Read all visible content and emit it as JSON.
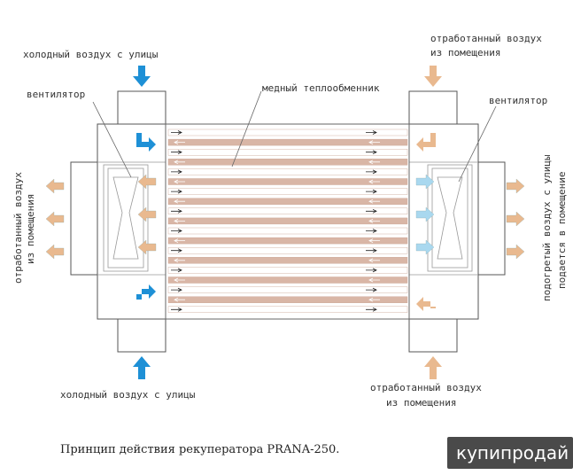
{
  "labels": {
    "cold_air_top": "холодный воздух с улицы",
    "exhaust_top_line1": "отработанный воздух",
    "exhaust_top_line2": "из помещения",
    "fan_left": "вентилятор",
    "heat_exchanger": "медный теплообменник",
    "fan_right": "вентилятор",
    "left_side_line1": "отработанный воздух",
    "left_side_line2": "из помещения",
    "right_side_line1": "подогретый воздух с улицы",
    "right_side_line2": "подается в помещение",
    "cold_air_bottom": "холодный воздух с улицы",
    "exhaust_bottom_line1": "отработанный воздух",
    "exhaust_bottom_line2": "из помещения"
  },
  "caption": "Принцип действия рекуператора PRANA-250.",
  "watermark": "купипродай",
  "colors": {
    "cold_air": "#1e90d6",
    "cold_air_light": "#a9d8ef",
    "warm_air": "#e9b98f",
    "channel": "#d9b6a6",
    "outline": "#555555"
  }
}
